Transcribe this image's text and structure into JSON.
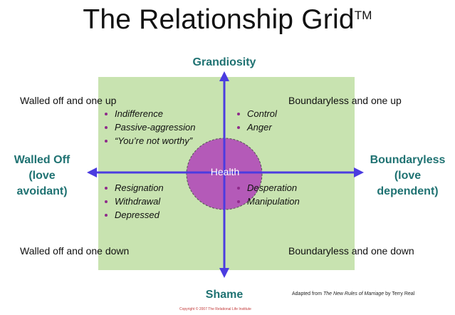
{
  "title": "The Relationship Grid",
  "trademark": "TM",
  "axes": {
    "top": "Grandiosity",
    "bottom": "Shame",
    "left": [
      "Walled Off",
      "(love",
      "avoidant)"
    ],
    "right": [
      "Boundaryless",
      "(love",
      "dependent)"
    ]
  },
  "corners": {
    "top_left": "Walled off and one up",
    "top_right": "Boundaryless and one up",
    "bottom_left": "Walled off and one down",
    "bottom_right": "Boundaryless and one down"
  },
  "quadrants": {
    "top_left": [
      "Indifference",
      "Passive-aggression",
      "“You’re not worthy”"
    ],
    "top_right": [
      "Control",
      "Anger"
    ],
    "bottom_left": [
      "Resignation",
      "Withdrawal",
      "Depressed"
    ],
    "bottom_right": [
      "Desperation",
      "Manipulation"
    ]
  },
  "center_label": "Health",
  "credit": {
    "prefix": "Adapted from ",
    "book": "The New Rules of Marriage",
    "suffix": " by Terry Real"
  },
  "copyright": "Copyright © 2007 The Relational Life Institute",
  "colors": {
    "grid": "#c8e3b0",
    "axis": "#4b3ce0",
    "axis_label": "#1f7272",
    "health_fill": "#b45ab8",
    "bullet": "#8e2a8a"
  }
}
